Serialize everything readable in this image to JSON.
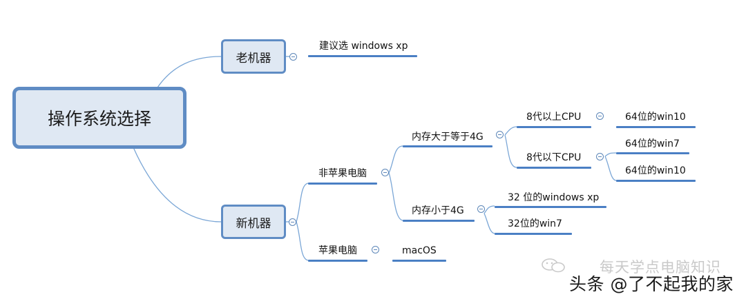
{
  "title": "操作系统选择",
  "old_machine": {
    "label": "老机器",
    "recommendation": "建议选 windows xp"
  },
  "new_machine": {
    "label": "新机器",
    "non_apple": {
      "label": "非苹果电脑",
      "ram_4g_plus": {
        "label": "内存大于等于4G",
        "cpu_gen8_plus": {
          "label": "8代以上CPU",
          "os": "64位的win10"
        },
        "cpu_below_gen8": {
          "label": "8代以下CPU",
          "os_options": [
            "64位的win7",
            "64位的win10"
          ]
        }
      },
      "ram_under_4g": {
        "label": "内存小于4G",
        "os_options": [
          "32 位的windows xp",
          "32位的win7"
        ]
      }
    },
    "apple": {
      "label": "苹果电脑",
      "os": "macOS"
    }
  },
  "watermark": {
    "top": "每天学点电脑知识",
    "bottom": "头条 @了不起我的家"
  },
  "colors": {
    "node_fill": "#dfe8f3",
    "node_border": "#5f8cc4",
    "branch_line": "#4a7fc4",
    "connector": "#7aa6d6"
  }
}
